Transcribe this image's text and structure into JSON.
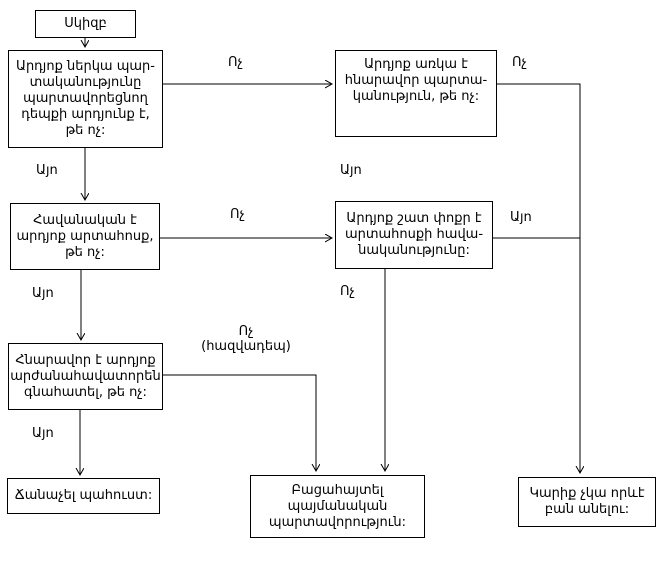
{
  "diagram": {
    "background": "#ffffff",
    "line_color": "#000000",
    "nodes": {
      "start": {
        "label": "Սկիզբ"
      },
      "q_present_obligation": {
        "label": "Արդյոք ներկա պար-\nտականությունը\nպարտավորեցնող\nդեպքի արդյունք է,\nթե ոչ:"
      },
      "q_possible_obligation": {
        "label": "Արդյոք առկա է\nհնարավոր պարտա-\nկանություն, թե ոչ:"
      },
      "q_probable_outflow": {
        "label": "Հավանական է\nարդյոք արտահոսք,\nթե ոչ:"
      },
      "q_remote_probability": {
        "label": "Արդյոք շատ փոքր է\nարտահոսքի հավա-\nնականությունը:"
      },
      "q_reliable_estimate": {
        "label": "Հնարավոր է արդյոք\nարժանահավատորեն\nգնահատել, թե ոչ:"
      },
      "recognize_provision": {
        "label": "Ճանաչել պահուստ:"
      },
      "disclose_contingent_liability": {
        "label": "Բացահայտել\nպայմանական\nպարտավորություն:"
      },
      "do_nothing": {
        "label": "Կարիք չկա որևէ\nբան անելու:"
      }
    },
    "edge_labels": {
      "no_1": "Ոչ",
      "no_2": "Ոչ",
      "yes_1": "Այո",
      "yes_2": "Այո",
      "no_3": "Ոչ",
      "yes_3": "Այո",
      "no_4": "Ոչ",
      "yes_4": "Այո",
      "no_rare": "Ոչ\n(հազվադեպ)",
      "yes_5": "Այո"
    }
  }
}
